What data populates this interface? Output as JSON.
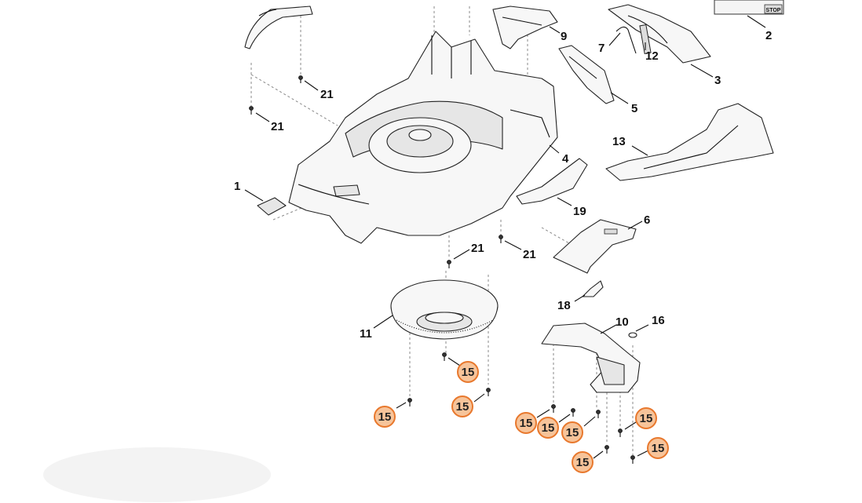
{
  "callouts": [
    {
      "id": "c-1",
      "text": "1"
    },
    {
      "id": "c-2",
      "text": "2"
    },
    {
      "id": "c-3",
      "text": "3"
    },
    {
      "id": "c-4",
      "text": "4"
    },
    {
      "id": "c-5",
      "text": "5"
    },
    {
      "id": "c-6",
      "text": "6"
    },
    {
      "id": "c-7",
      "text": "7"
    },
    {
      "id": "c-9",
      "text": "9"
    },
    {
      "id": "c-10",
      "text": "10"
    },
    {
      "id": "c-11",
      "text": "11"
    },
    {
      "id": "c-12",
      "text": "12"
    },
    {
      "id": "c-13",
      "text": "13"
    },
    {
      "id": "c-16",
      "text": "16"
    },
    {
      "id": "c-18",
      "text": "18"
    },
    {
      "id": "c-19",
      "text": "19"
    },
    {
      "id": "c-21a",
      "text": "21"
    },
    {
      "id": "c-21b",
      "text": "21"
    },
    {
      "id": "c-21c",
      "text": "21"
    },
    {
      "id": "c-21d",
      "text": "21"
    }
  ],
  "highlighted_part": "15",
  "highlight_color": "#f7c49a",
  "highlight_stroke": "#e8782d",
  "highlight_count": 9,
  "label_stop": "STOP"
}
